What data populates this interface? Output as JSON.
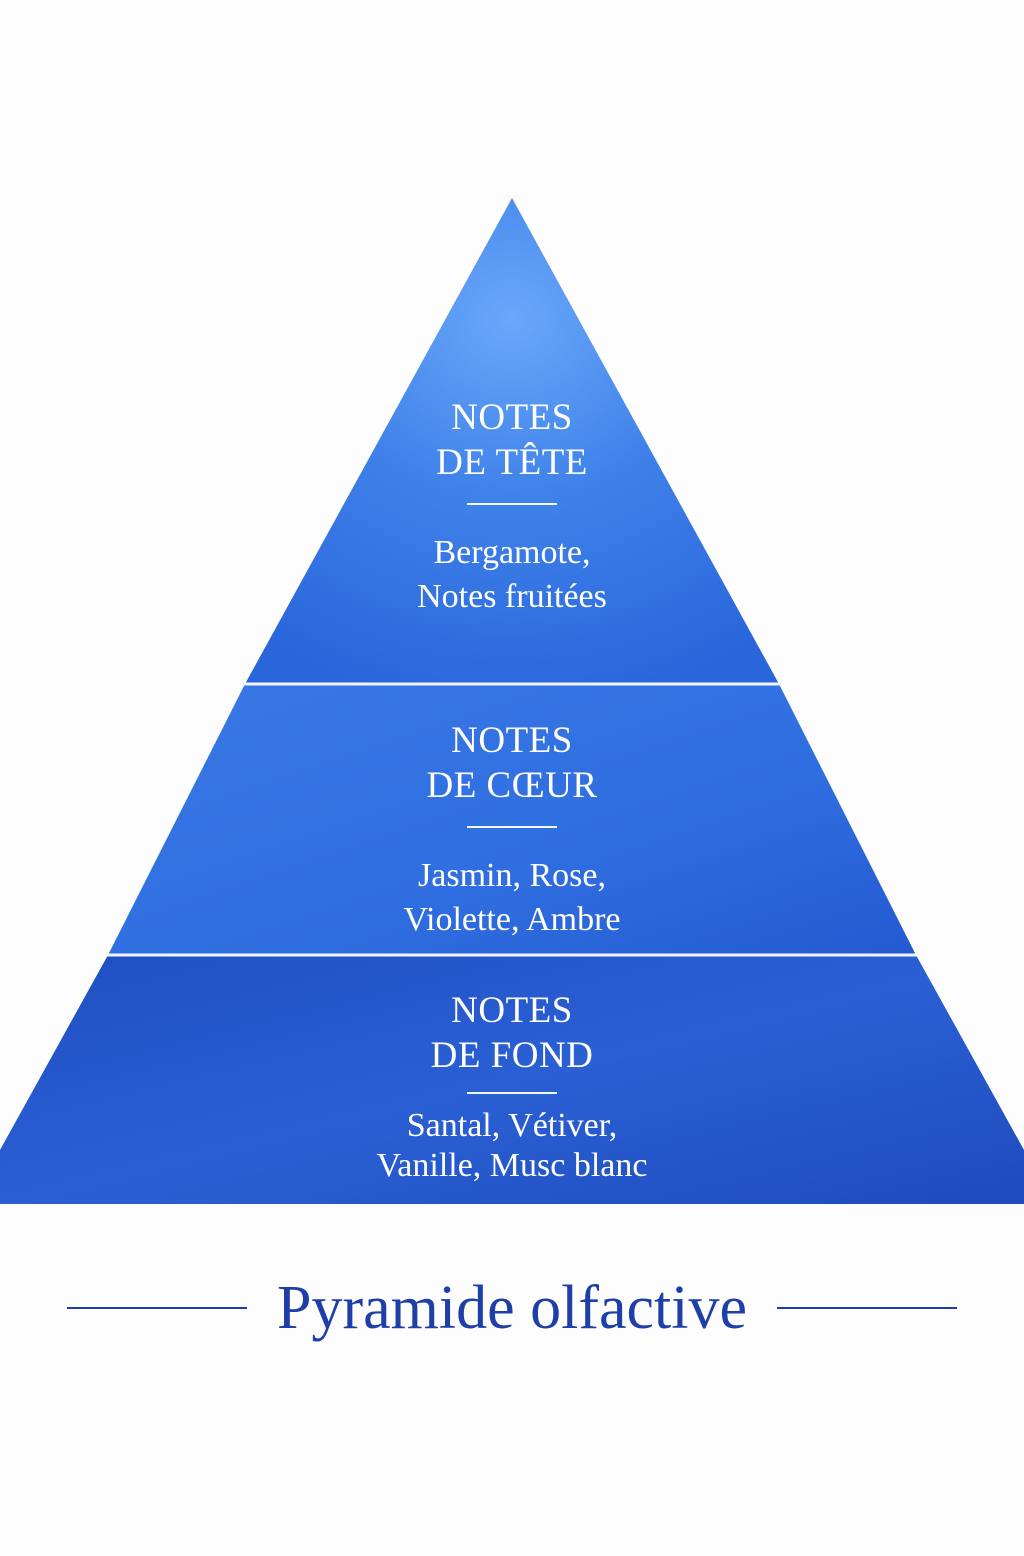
{
  "colors": {
    "pyramid_top": "#5a9cf5",
    "pyramid_mid": "#2f6fe0",
    "pyramid_base": "#1d4fc4",
    "divider": "#f2f5fc",
    "caption": "#1f3fa8",
    "background": "#fdfdfd"
  },
  "tiers": [
    {
      "title_line1": "NOTES",
      "title_line2": "DE TÊTE",
      "notes_line1": "Bergamote,",
      "notes_line2": "Notes fruitées"
    },
    {
      "title_line1": "NOTES",
      "title_line2": "DE CŒUR",
      "notes_line1": "Jasmin, Rose,",
      "notes_line2": "Violette, Ambre"
    },
    {
      "title_line1": "NOTES",
      "title_line2": "DE FOND",
      "notes_line1": "Santal, Vétiver,",
      "notes_line2": "Vanille, Musc blanc"
    }
  ],
  "caption": {
    "text": "Pyramide olfactive"
  }
}
